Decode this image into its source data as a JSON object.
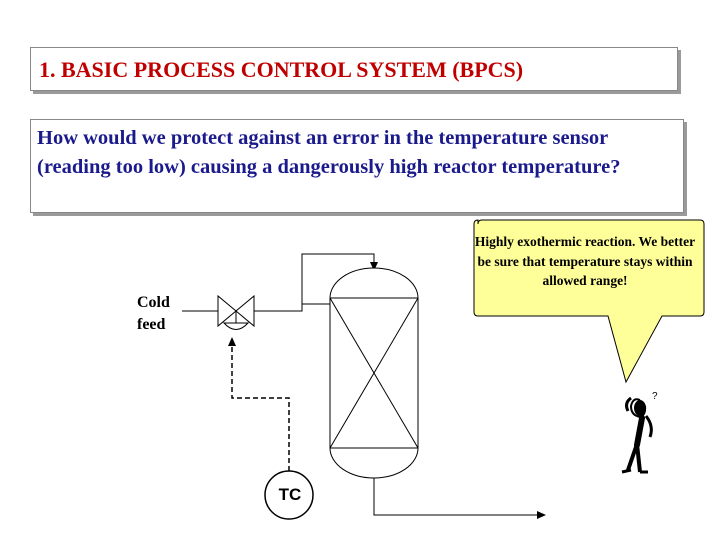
{
  "title": "1. BASIC PROCESS CONTROL SYSTEM (BPCS)",
  "question": "How would we protect against an error in the temperature sensor (reading too low) causing a dangerously high reactor temperature?",
  "diagram": {
    "feed_label_line1": "Cold",
    "feed_label_line2": "feed",
    "controller_label": "TC",
    "callout": "Highly exothermic reaction. We better be sure that temperature stays within allowed range!",
    "person_thought_mark": "?"
  },
  "colors": {
    "title": "#c00000",
    "question": "#1a1a8c",
    "callout_fill": "#ffff99"
  }
}
